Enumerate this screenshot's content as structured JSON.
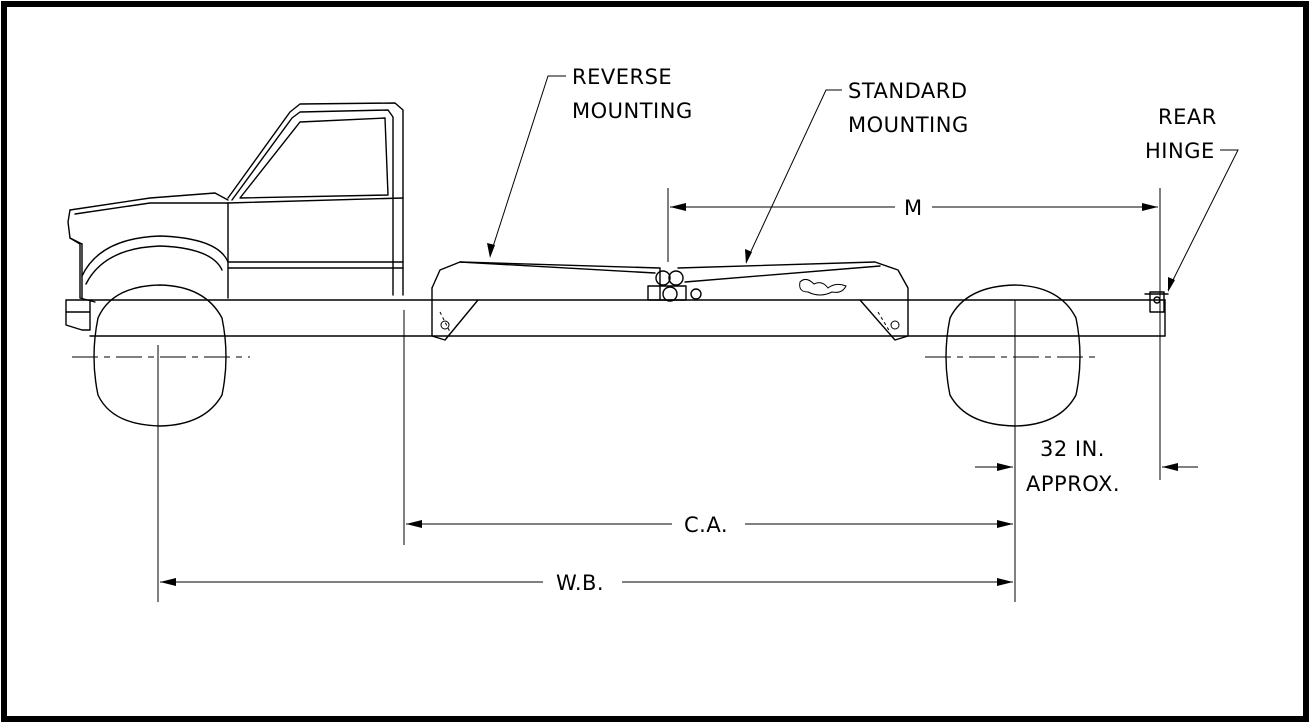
{
  "labels": {
    "reverse_mounting": [
      "REVERSE",
      "MOUNTING"
    ],
    "standard_mounting": [
      "STANDARD",
      "MOUNTING"
    ],
    "rear_hinge": [
      "REAR",
      "HINGE"
    ],
    "m": "M",
    "ca": "C.A.",
    "wb": "W.B.",
    "rear_offset": [
      "32  IN.",
      "APPROX."
    ]
  },
  "colors": {
    "line": "#000000",
    "background": "#ffffff"
  }
}
